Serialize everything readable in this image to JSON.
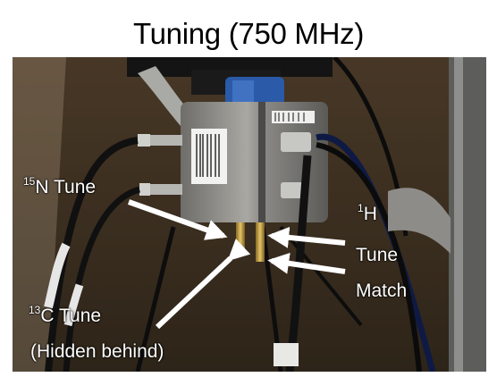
{
  "title": "Tuning (750 MHz)",
  "labels": {
    "n15": {
      "isotope": "15",
      "text": "N Tune"
    },
    "h1": {
      "isotope": "1",
      "text": "H"
    },
    "h_tune": "Tune",
    "h_match": "Match",
    "c13": {
      "isotope": "13",
      "text": "C Tune"
    },
    "c13_note": "(Hidden behind)"
  },
  "colors": {
    "label_text": "#ffffff",
    "arrow": "#ffffff",
    "probe_housing": "#8f8e8a",
    "blue_ring": "#2a5aa8",
    "tuning_rods": "#c9a54a"
  }
}
